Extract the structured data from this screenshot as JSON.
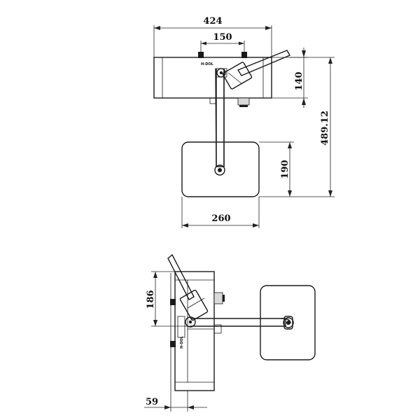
{
  "dimensions": {
    "total_width": "424",
    "valve_spacing": "150",
    "body_height": "140",
    "total_height": "489.12",
    "head_height": "190",
    "head_width": "260",
    "side_height": "186",
    "side_depth": "59"
  },
  "labels": {
    "front_label": "H-DOL",
    "side_label": "H-DOL"
  },
  "colors": {
    "line": "#1a1a1a",
    "background": "#ffffff"
  }
}
